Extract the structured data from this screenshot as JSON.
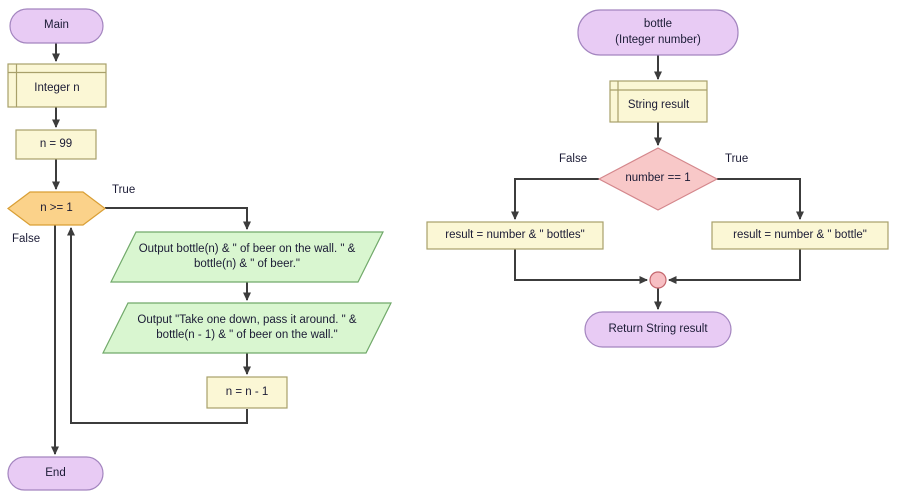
{
  "colors": {
    "canvas_bg": "#FFFFFF",
    "terminal_fill": "#E8CBF4",
    "terminal_border": "#A385BF",
    "declare_fill": "#FBF7D5",
    "declare_border": "#A8A06A",
    "assign_fill": "#FBF7D5",
    "assign_border": "#A8A06A",
    "hex_fill": "#FBD28A",
    "hex_border": "#D99F35",
    "io_fill": "#D9F6D0",
    "io_border": "#71A96A",
    "diamond_fill": "#F8C8C8",
    "diamond_border": "#D4878C",
    "merge_fill": "#F7BFC3",
    "merge_border": "#C4666D",
    "connector": "#3C3C3C",
    "text": "#1B1B35"
  },
  "left": {
    "start": "Main",
    "declare": "Integer n",
    "assign_init": "n = 99",
    "condition": "n >= 1",
    "true_label": "True",
    "false_label": "False",
    "output1": "Output bottle(n) & \" of beer on the wall. \" &\nbottle(n) & \" of beer.\"",
    "output2": "Output \"Take one down, pass it around. \" &\nbottle(n - 1) & \" of beer on the wall.\"",
    "assign_decrement": "n = n - 1",
    "end": "End"
  },
  "right": {
    "start": "bottle\n(Integer number)",
    "declare": "String result",
    "condition": "number == 1",
    "false_label": "False",
    "true_label": "True",
    "assign_false": "result = number & \" bottles\"",
    "assign_true": "result = number & \" bottle\"",
    "return": "Return String result"
  }
}
